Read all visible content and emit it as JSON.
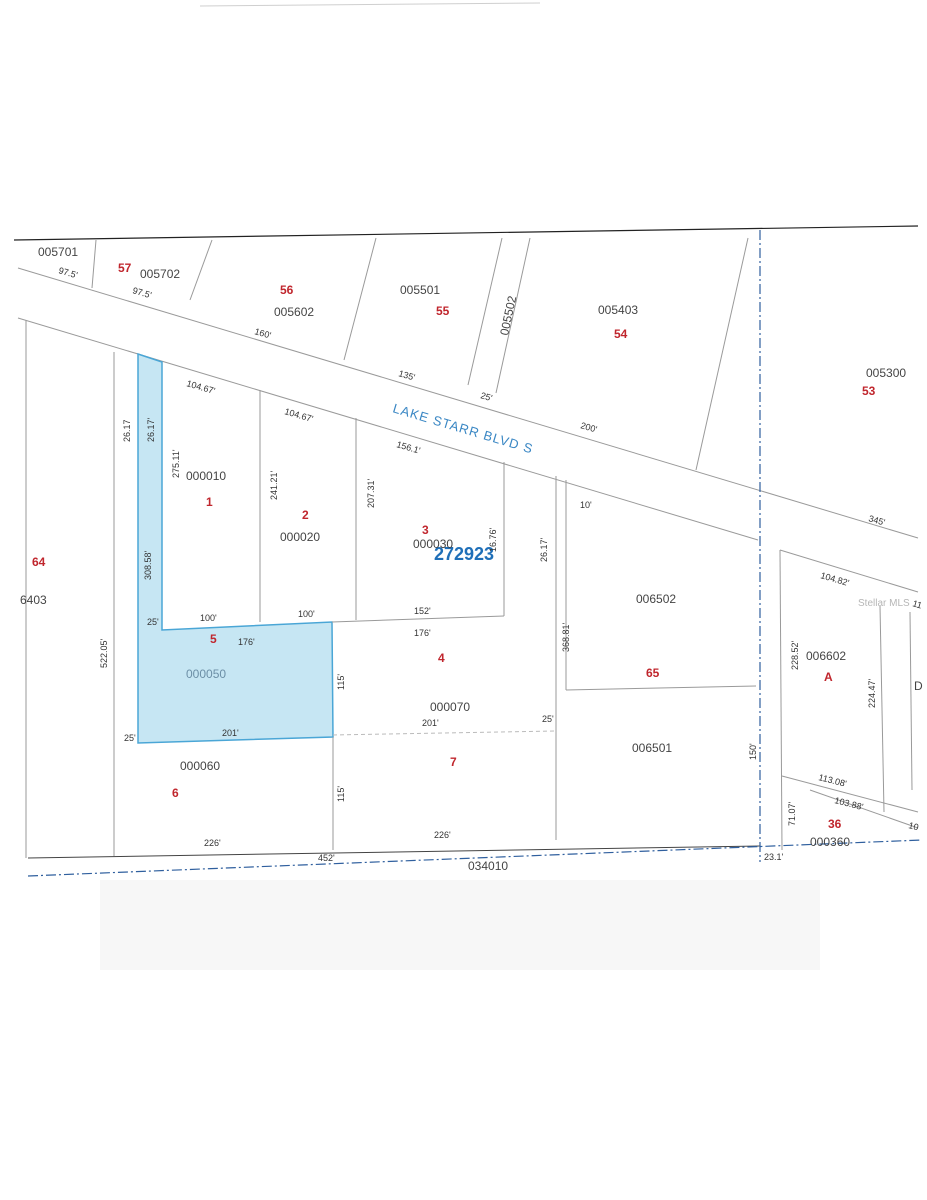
{
  "road": {
    "name": "LAKE STARR BLVD S"
  },
  "section": {
    "id": "272923"
  },
  "bottom_line_label": "034010",
  "watermark": "Stellar MLS",
  "highlight_color": "#c6e6f3",
  "lot_color": "#c0262d",
  "parcels": {
    "p005701": "005701",
    "p005702": "005702",
    "p005602": "005602",
    "p005501": "005501",
    "p005502": "005502",
    "p005403": "005403",
    "p005300": "005300",
    "p000010": "000010",
    "p000020": "000020",
    "p000030": "000030",
    "p000050": "000050",
    "p000060": "000060",
    "p000070": "000070",
    "p006502": "006502",
    "p006501": "006501",
    "p006602": "006602",
    "p000360": "000360",
    "p6403": "6403",
    "pD": "D"
  },
  "lots": {
    "l57": "57",
    "l56": "56",
    "l55": "55",
    "l54": "54",
    "l53": "53",
    "l64": "64",
    "l1": "1",
    "l2": "2",
    "l3": "3",
    "l4": "4",
    "l5": "5",
    "l6": "6",
    "l7": "7",
    "l65": "65",
    "lA": "A",
    "l36": "36"
  },
  "dims": {
    "d97_5a": "97.5'",
    "d97_5b": "97.5'",
    "d160": "160'",
    "d135": "135'",
    "d25a": "25'",
    "d200": "200'",
    "d345": "345'",
    "d104_67a": "104.67'",
    "d104_67b": "104.67'",
    "d156_1": "156.1'",
    "d26_17a": "26.17",
    "d26_17b": "26.17'",
    "d26_17c": "26.17'",
    "d16_76": "16.76'",
    "d275_11": "275.11'",
    "d241_21": "241.21'",
    "d207_31": "207.31'",
    "d308_58": "308.58'",
    "d522_05": "522.05'",
    "d368_81": "368.81'",
    "d10": "10'",
    "d25b": "25'",
    "d100a": "100'",
    "d100b": "100'",
    "d152": "152'",
    "d176a": "176'",
    "d176b": "176'",
    "d115a": "115'",
    "d115b": "115'",
    "d25c": "25'",
    "d201a": "201'",
    "d201b": "201'",
    "d25d": "25'",
    "d226a": "226'",
    "d226b": "226'",
    "d452": "452'",
    "d150": "150'",
    "d104_82": "104.82'",
    "d228_52": "228.52'",
    "d224_47": "224.47'",
    "d113_08": "113.08'",
    "d103_88": "103.88'",
    "d71_07": "71.07'",
    "d23_1": "23.1'",
    "d10x": "10",
    "d11": "11"
  }
}
